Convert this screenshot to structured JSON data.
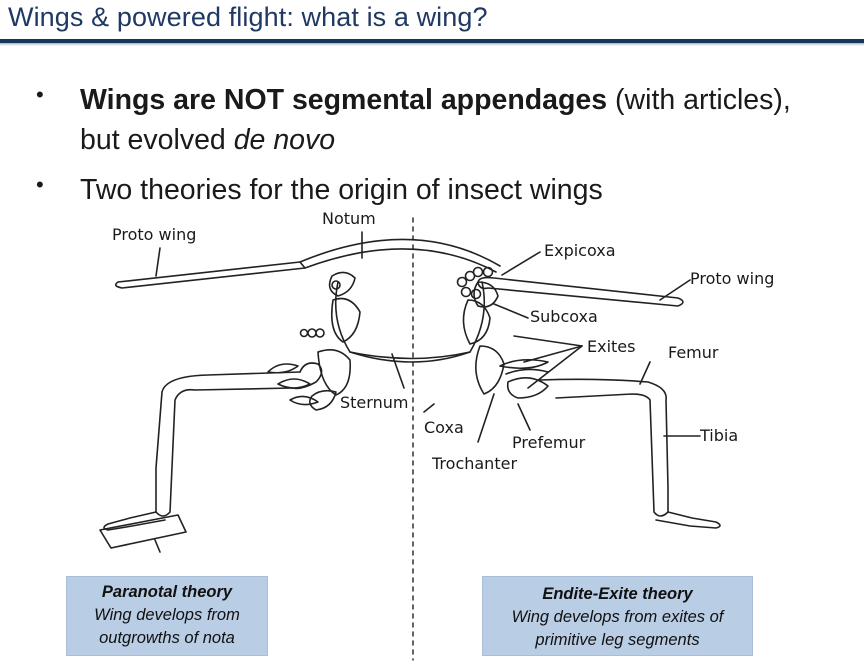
{
  "slide": {
    "title": "Wings & powered flight: what is a wing?"
  },
  "bullets": [
    {
      "marker": "•",
      "bold_part": "Wings are NOT segmental appendages",
      "normal_part": " (with articles),",
      "line2_plain": "but evolved ",
      "line2_italic": "de novo"
    },
    {
      "marker": "•",
      "text": "Two theories for the origin of insect wings"
    }
  ],
  "diagram": {
    "labels": {
      "notum": "Notum",
      "proto_wing_left": "Proto wing",
      "proto_wing_right": "Proto wing",
      "expicoxa": "Expicoxa",
      "subcoxa": "Subcoxa",
      "exites": "Exites",
      "femur": "Femur",
      "tibia": "Tibia",
      "sternum": "Sternum",
      "coxa": "Coxa",
      "prefemur": "Prefemur",
      "trochanter": "Trochanter"
    }
  },
  "theories": {
    "paranotal": {
      "heading": "Paranotal theory",
      "line1": "Wing develops from",
      "line2": "outgrowths of nota"
    },
    "endite_exite": {
      "heading": "Endite-Exite theory",
      "line1": "Wing develops from exites of",
      "line2": "primitive leg segments"
    }
  }
}
